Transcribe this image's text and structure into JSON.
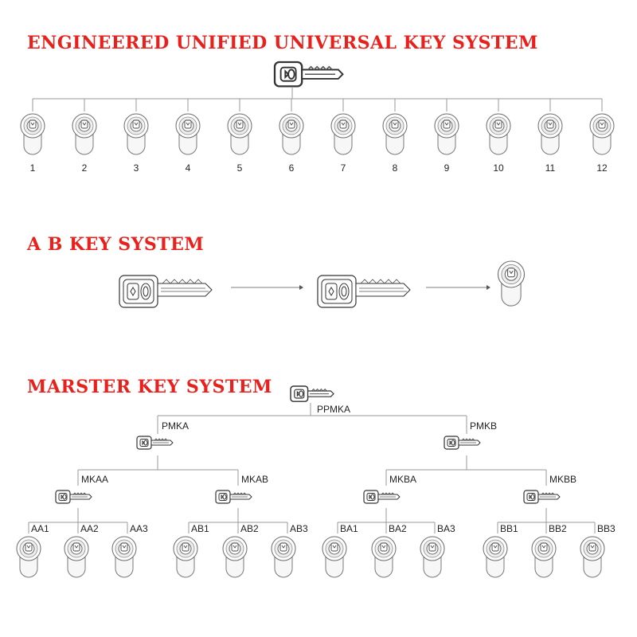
{
  "section1": {
    "title": "ENGINEERED UNIFIED UNIVERSAL KEY SYSTEM",
    "cylinder_numbers": [
      "1",
      "2",
      "3",
      "4",
      "5",
      "6",
      "7",
      "8",
      "9",
      "10",
      "11",
      "12"
    ]
  },
  "section2": {
    "title": "A B KEY SYSTEM"
  },
  "section3": {
    "title": "MARSTER KEY SYSTEM",
    "top_label": "PPMKA",
    "level1": [
      "PMKA",
      "PMKB"
    ],
    "level2": [
      "MKAA",
      "MKAB",
      "MKBA",
      "MKBB"
    ],
    "level3": [
      [
        "AA1",
        "AA2",
        "AA3"
      ],
      [
        "AB1",
        "AB2",
        "AB3"
      ],
      [
        "BA1",
        "BA2",
        "BA3"
      ],
      [
        "BB1",
        "BB2",
        "BB3"
      ]
    ]
  },
  "colors": {
    "title": "#e8211c",
    "line": "#999999",
    "text": "#222222"
  },
  "icons": {
    "key": "key-icon",
    "cylinder": "lock-cylinder-icon",
    "arrow": "arrow-right-icon"
  }
}
